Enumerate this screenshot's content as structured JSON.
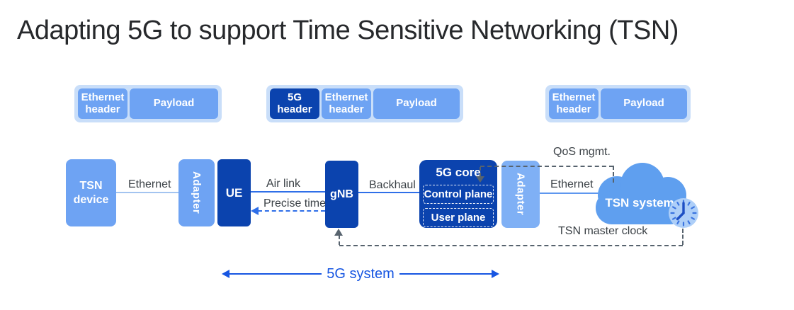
{
  "title": "Adapting 5G to support Time Sensitive Networking (TSN)",
  "packets": {
    "left": {
      "segments": [
        {
          "label": "Ethernet header"
        },
        {
          "label": "Payload"
        }
      ]
    },
    "middle": {
      "segments": [
        {
          "label": "5G header"
        },
        {
          "label": "Ethernet header"
        },
        {
          "label": "Payload"
        }
      ]
    },
    "right": {
      "segments": [
        {
          "label": "Ethernet header"
        },
        {
          "label": "Payload"
        }
      ]
    }
  },
  "nodes": {
    "tsn_device": "TSN device",
    "adapter_left": "Adapter",
    "ue": "UE",
    "gnb": "gNB",
    "core": {
      "title": "5G core",
      "control_plane": "Control plane",
      "user_plane": "User plane"
    },
    "adapter_right": "Adapter",
    "tsn_system": "TSN system"
  },
  "links": {
    "ethernet_left": "Ethernet",
    "air_link": "Air link",
    "precise_time": "Precise time",
    "backhaul": "Backhaul",
    "qos": "QoS mgmt.",
    "ethernet_right": "Ethernet",
    "tsn_master_clock": "TSN master clock",
    "system_span": "5G system"
  },
  "colors": {
    "dark_blue": "#0b43ae",
    "medium_blue": "#6ea3f3",
    "light_container": "#c9def9",
    "cloud_blue": "#5f9fef",
    "accent_line": "#2f6fe8",
    "gray_dash": "#57636e",
    "system_label": "#1756e2",
    "clock_face": "#aecff8",
    "clock_hand": "#1d4fc4"
  },
  "icons": {
    "cloud": "cloud-icon",
    "clock": "clock-icon"
  }
}
